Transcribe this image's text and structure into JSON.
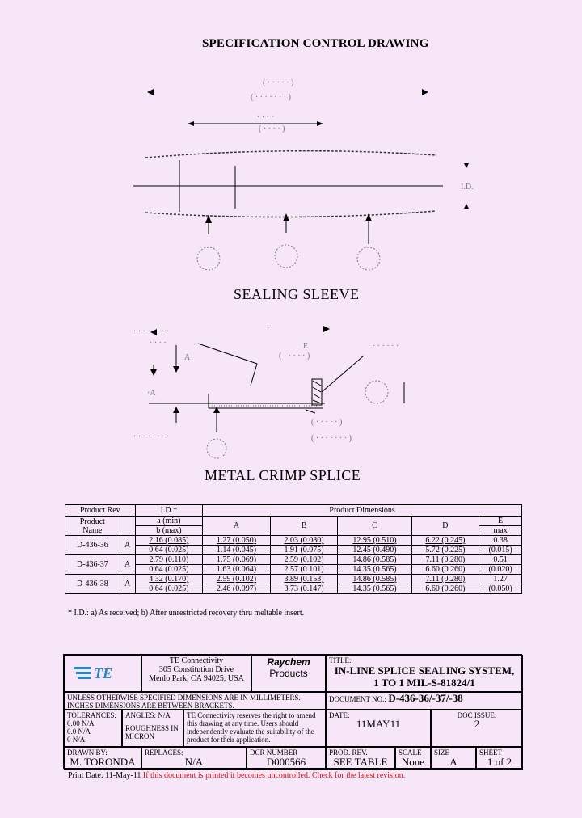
{
  "header": {
    "title": "SPECIFICATION CONTROL DRAWING"
  },
  "sections": {
    "sleeve_title": "SEALING SLEEVE",
    "crimp_title": "METAL CRIMP SPLICE"
  },
  "table": {
    "group_headers": {
      "product_rev": "Product Rev",
      "id": "I.D.*",
      "dims": "Product Dimensions"
    },
    "sub_headers": {
      "product_name": "Product\nName",
      "id_a": "a (min)",
      "id_b": "b (max)",
      "A": "A",
      "B": "B",
      "C": "C",
      "D": "D",
      "E": "E",
      "E_sub": "max"
    },
    "rows": [
      {
        "name": "D-436-36",
        "rev": "A",
        "a": "2.16 (0.085)",
        "b": "0.64 (0.025)",
        "A1": "1.27 (0.050)",
        "A2": "1.14 (0.045)",
        "B1": "2.03 (0.080)",
        "B2": "1.91 (0.075)",
        "C1": "12.95 (0.510)",
        "C2": "12.45 (0.490)",
        "D1": "6.22 (0.245)",
        "D2": "5.72 (0.225)",
        "E1": "0.38",
        "E2": "(0.015)"
      },
      {
        "name": "D-436-37",
        "rev": "A",
        "a": "2.79 (0.110)",
        "b": "0.64 (0.025)",
        "A1": "1.75 (0.069)",
        "A2": "1.63 (0.064)",
        "B1": "2.59 (0.102)",
        "B2": "2.57 (0.101)",
        "C1": "14.86 (0.585)",
        "C2": "14.35 (0.565)",
        "D1": "7.11 (0.280)",
        "D2": "6.60 (0.260)",
        "E1": "0.51",
        "E2": "(0.020)"
      },
      {
        "name": "D-436-38",
        "rev": "A",
        "a": "4.32 (0.170)",
        "b": "0.64 (0.025)",
        "A1": "2.59 (0.102)",
        "A2": "2.46 (0.097)",
        "B1": "3.89 (0.153)",
        "B2": "3.73 (0.147)",
        "C1": "14.86 (0.585)",
        "C2": "14.35 (0.565)",
        "D1": "7.11 (0.280)",
        "D2": "6.60 (0.260)",
        "E1": "1.27",
        "E2": "(0.050)"
      }
    ],
    "footnote": "* I.D.:  a) As received; b) After unrestricted recovery thru meltable insert."
  },
  "title_block": {
    "company": [
      "TE Connectivity",
      "305 Constitution Drive",
      "Menlo Park, CA  94025, USA"
    ],
    "brand": "Raychem",
    "brand_sub": "Products",
    "title_label": "TITLE:",
    "title_lines": [
      "IN-LINE SPLICE SEALING SYSTEM,",
      "1 TO 1 MIL-S-81824/1"
    ],
    "units_note": [
      "UNLESS OTHERWISE SPECIFIED DIMENSIONS ARE IN MILLIMETERS.",
      "INCHES DIMENSIONS ARE BETWEEN BRACKETS."
    ],
    "doc_label": "DOCUMENT NO.:",
    "doc_value": "D-436-36/-37/-38",
    "tolerances": [
      "TOLERANCES:",
      "0.00  N/A",
      "0.0  N/A",
      "0  N/A"
    ],
    "angles": "ANGLES: N/A",
    "roughness": [
      "ROUGHNESS IN",
      "MICRON"
    ],
    "disclaimer": "TE Connectivity reserves the right to amend this drawing at any time. Users should independently evaluate the suitability of the product for their application.",
    "date_label": "DATE:",
    "date_value": "11MAY11",
    "issue_label": "DOC ISSUE:",
    "issue_value": "2",
    "drawn_label": "DRAWN BY:",
    "drawn_value": "M. TORONDA",
    "replaces_label": "REPLACES:",
    "replaces_value": "N/A",
    "dcr_label": "DCR NUMBER",
    "dcr_value": "D000566",
    "prod_label": "PROD. REV.",
    "prod_value": "SEE TABLE",
    "scale_label": "SCALE",
    "scale_value": "None",
    "size_label": "SIZE",
    "size_value": "A",
    "sheet_label": "SHEET",
    "sheet_value": "1 of 2"
  },
  "print_line": {
    "prefix": "Print Date: 11-May-11  ",
    "warning": "If this document is printed it becomes uncontrolled.  Check for the latest revision."
  },
  "colors": {
    "background": "#f7e6f7",
    "te_logo": "#1e88c8",
    "warning": "#d01010"
  }
}
